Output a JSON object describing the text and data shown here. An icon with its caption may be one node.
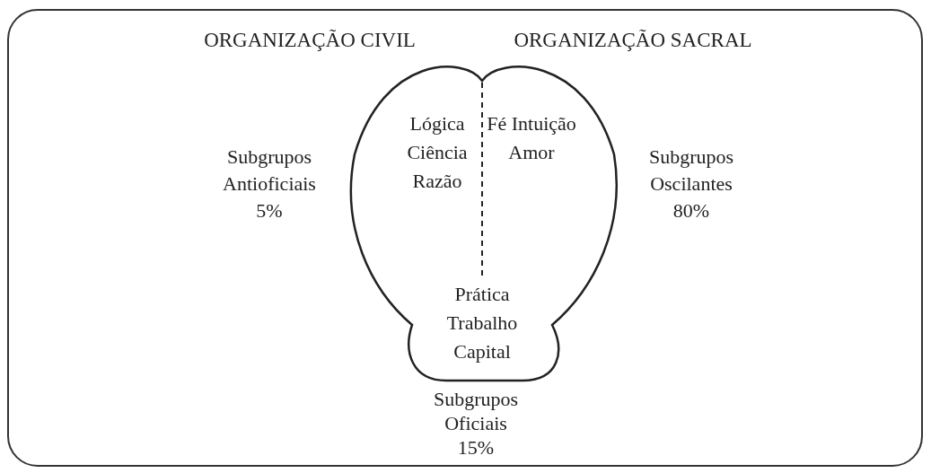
{
  "diagram": {
    "nodes": [
      {
        "text": [],
        "shape": "box"
      },
      {
        "text": [
          "Lógica Ciência Razão",
          "Fé Intuição Amor",
          "Prática Trabalho Capital"
        ],
        "in": 0
      }
    ],
    "labels": [
      "ORGANIZAÇÃO CIVIL",
      "ORGANIZAÇÃO SACRAL",
      "Subgrupos Antioficiais 5%",
      "Subgrupos Oscilantes 80%",
      "Subgrupos Oficiais 15%"
    ]
  }
}
